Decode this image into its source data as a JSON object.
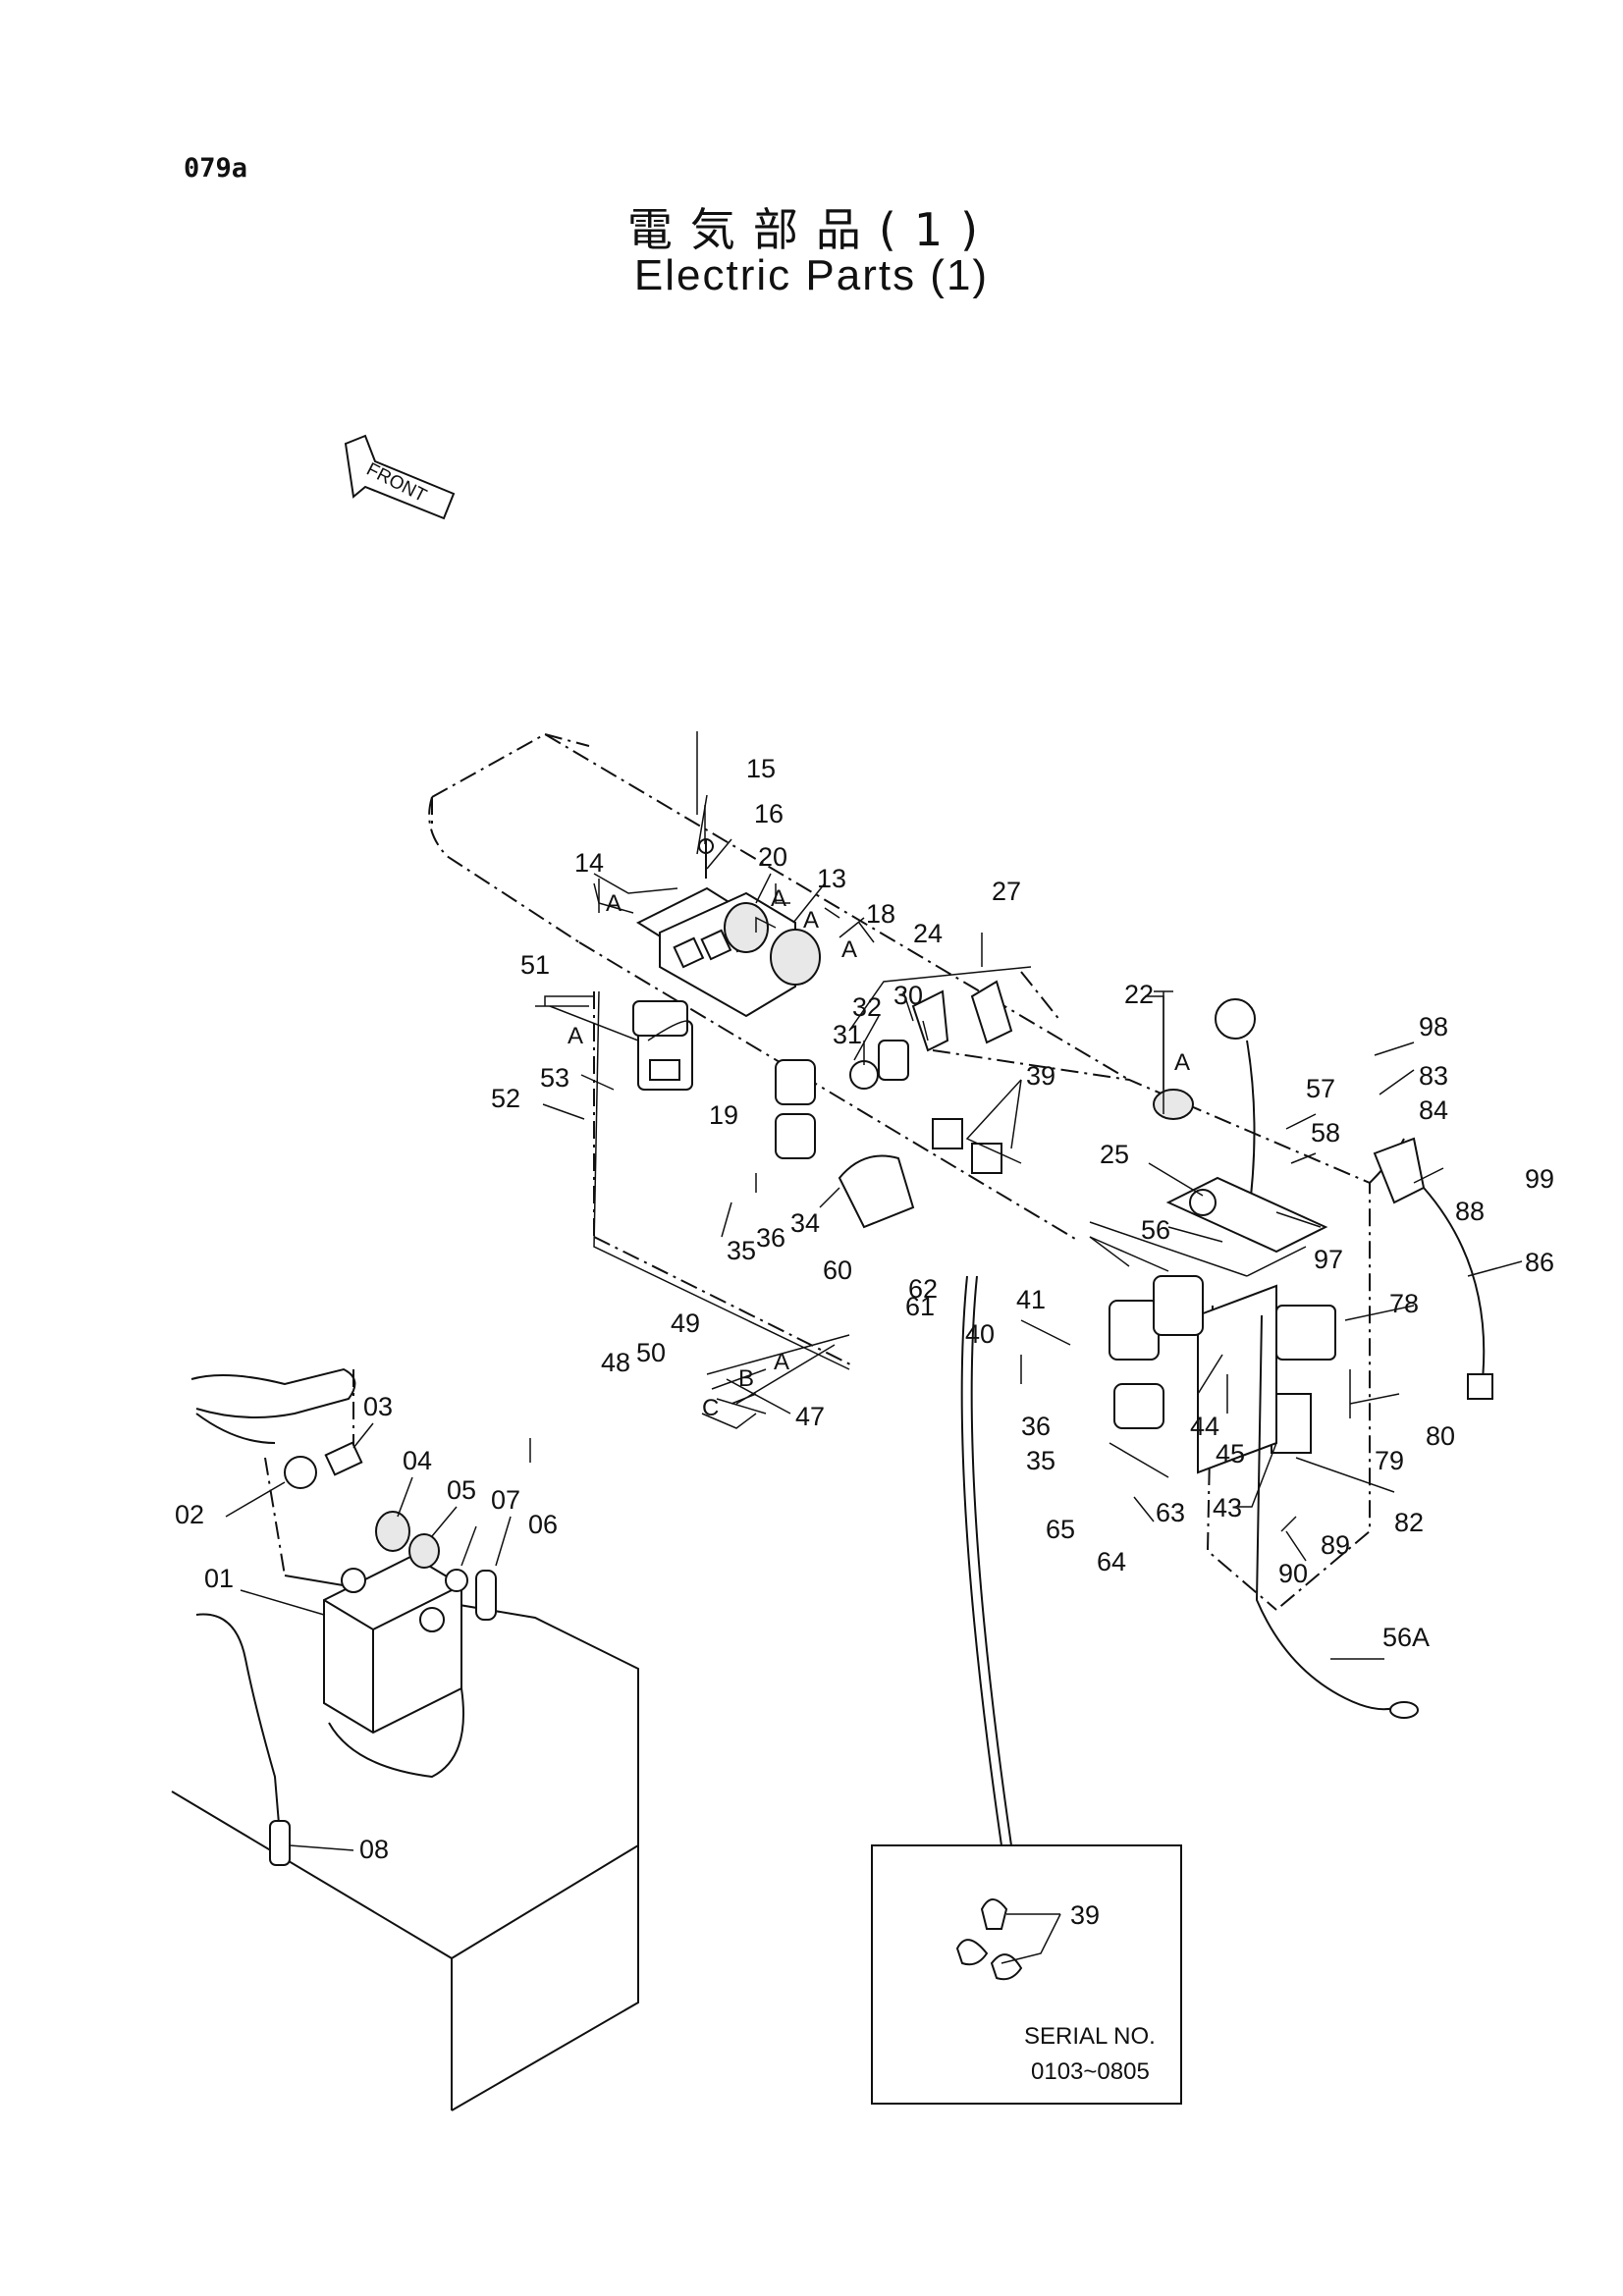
{
  "page_code": "079a",
  "title_jp": "電気部品(1)",
  "title_en": "Electric Parts (1)",
  "front_marker": "FRONT",
  "inset": {
    "callout": "39",
    "serial_label": "SERIAL NO.",
    "serial_range": "0103~0805"
  },
  "callouts": [
    "15",
    "16",
    "14",
    "20",
    "13",
    "18",
    "51",
    "27",
    "24",
    "22",
    "30",
    "32",
    "31",
    "53",
    "52",
    "39",
    "98",
    "57",
    "83",
    "84",
    "58",
    "19",
    "35",
    "36",
    "34",
    "60",
    "62",
    "61",
    "40",
    "41",
    "25",
    "88",
    "99",
    "56",
    "97",
    "86",
    "78",
    "48",
    "50",
    "49",
    "47",
    "36",
    "35",
    "44",
    "45",
    "80",
    "79",
    "65",
    "64",
    "63",
    "43",
    "82",
    "89",
    "90",
    "03",
    "04",
    "05",
    "07",
    "06",
    "02",
    "01",
    "56A",
    "08"
  ],
  "group_letters": [
    "A",
    "A",
    "A",
    "A",
    "A",
    "A",
    "A",
    "B",
    "C"
  ]
}
